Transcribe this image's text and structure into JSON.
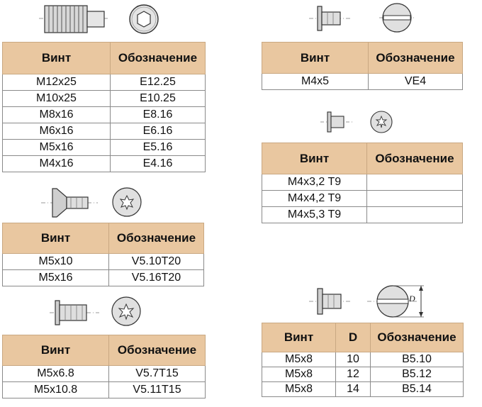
{
  "headers": {
    "vint": "Винт",
    "oboz": "Обозначение",
    "d": "D"
  },
  "table1": {
    "rows": [
      {
        "vint": "M12x25",
        "oboz": "E12.25"
      },
      {
        "vint": "M10x25",
        "oboz": "E10.25"
      },
      {
        "vint": "M8x16",
        "oboz": "E8.16"
      },
      {
        "vint": "M6x16",
        "oboz": "E6.16"
      },
      {
        "vint": "M5x16",
        "oboz": "E5.16"
      },
      {
        "vint": "M4x16",
        "oboz": "E4.16"
      }
    ]
  },
  "table2": {
    "rows": [
      {
        "vint": "M5x10",
        "oboz": "V5.10T20"
      },
      {
        "vint": "M5x16",
        "oboz": "V5.16T20"
      }
    ]
  },
  "table3": {
    "rows": [
      {
        "vint": "M5x6.8",
        "oboz": "V5.7T15"
      },
      {
        "vint": "M5x10.8",
        "oboz": "V5.11T15"
      }
    ]
  },
  "table4": {
    "rows": [
      {
        "vint": "M4x5",
        "oboz": "VE4"
      }
    ]
  },
  "table5": {
    "rows": [
      {
        "vint": "M4x3,2  T9",
        "oboz": ""
      },
      {
        "vint": "M4x4,2  T9",
        "oboz": ""
      },
      {
        "vint": "M4x5,3  T9",
        "oboz": ""
      }
    ]
  },
  "table6": {
    "rows": [
      {
        "vint": "M5x8",
        "d": "10",
        "oboz": "B5.10"
      },
      {
        "vint": "M5x8",
        "d": "12",
        "oboz": "B5.12"
      },
      {
        "vint": "M5x8",
        "d": "14",
        "oboz": "B5.14"
      }
    ]
  },
  "drawing_label_d": "D",
  "icons": [
    "set-screw-side-icon",
    "hex-socket-end-icon",
    "countersunk-screw-side-icon",
    "torx-end-icon",
    "cap-screw-side-icon",
    "slotted-end-icon",
    "torx-small-end-icon",
    "flat-head-screw-side-icon",
    "slotted-wide-end-icon"
  ]
}
